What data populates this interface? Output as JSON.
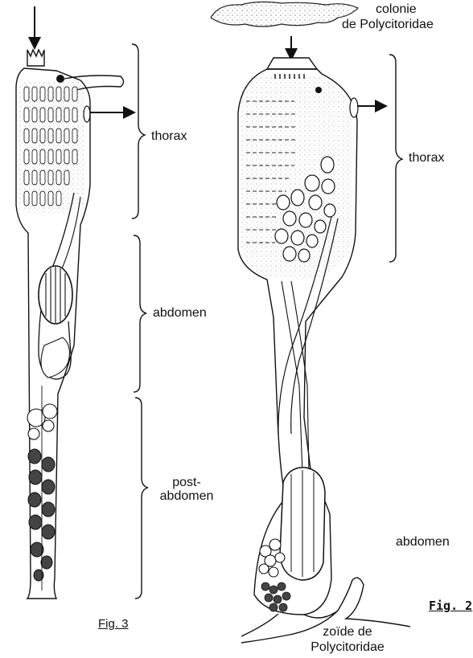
{
  "figure_3": {
    "caption": "Fig. 3",
    "labels": {
      "thorax": "thorax",
      "abdomen": "abdomen",
      "postabdomen_line1": "post-",
      "postabdomen_line2": "abdomen"
    }
  },
  "figure_2": {
    "caption": "Fig. 2",
    "labels": {
      "colony_line1": "colonie",
      "colony_line2": "de  Polycitoridae",
      "thorax": "thorax",
      "abdomen": "abdomen",
      "zooid_line1": "zoïde de",
      "zooid_line2": "Polycitoridae"
    }
  }
}
